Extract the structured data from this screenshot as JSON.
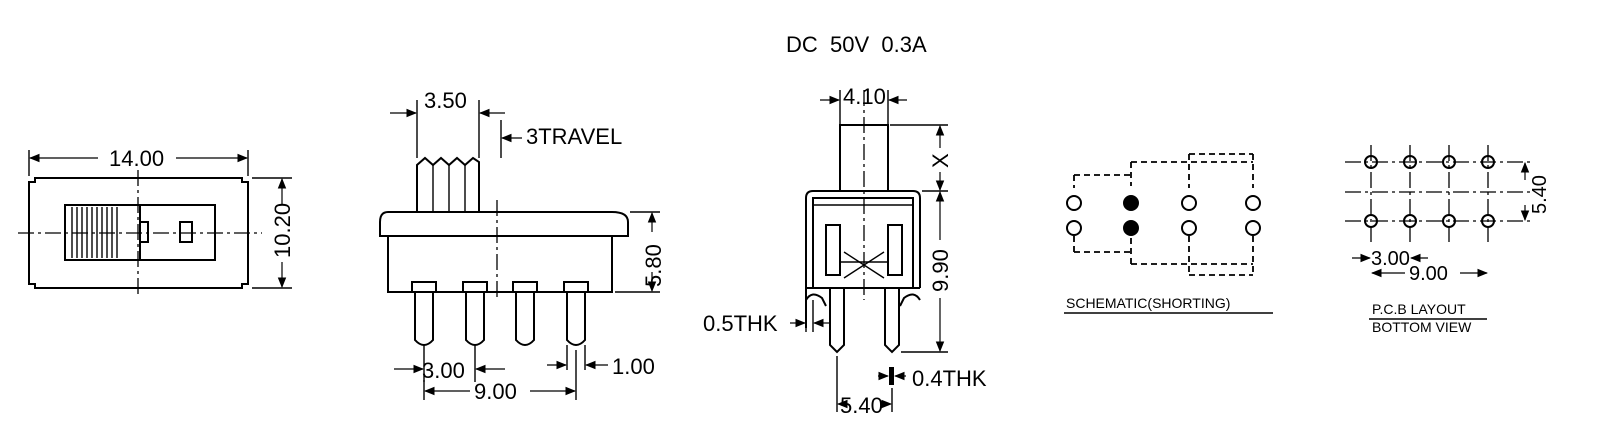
{
  "header": {
    "rating": "DC  50V  0.3A"
  },
  "top_view": {
    "width": "14.00",
    "height": "10.20"
  },
  "side_view": {
    "actuator_width": "3.50",
    "travel": "3TRAVEL",
    "body_height": "5.80",
    "pin_pitch": "3.00",
    "pin_width": "1.00",
    "pin_span": "9.00"
  },
  "end_view": {
    "actuator_width": "4.10",
    "actuator_height": "X",
    "total_height": "9.90",
    "frame_thk": "0.5THK",
    "pin_thk": "0.4THK",
    "pin_span": "5.40"
  },
  "schematic": {
    "caption": "SCHEMATIC(SHORTING)"
  },
  "pcb": {
    "row_pitch": "5.40",
    "col_pitch": "3.00",
    "span": "9.00",
    "caption_1": "P.C.B LAYOUT",
    "caption_2": "BOTTOM VIEW"
  }
}
